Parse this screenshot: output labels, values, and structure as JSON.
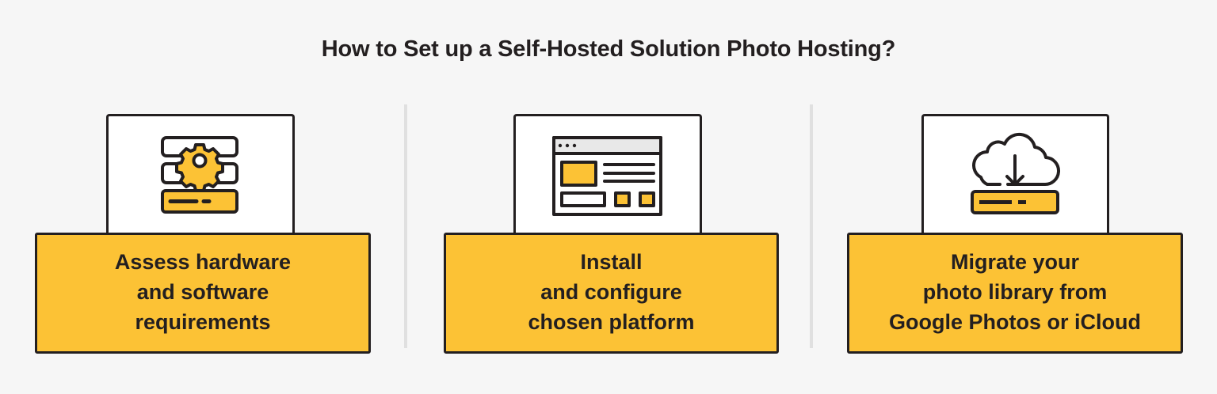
{
  "title": "How to Set up a Self-Hosted Solution Photo Hosting?",
  "colors": {
    "background": "#F6F6F6",
    "accent_yellow": "#FCC235",
    "outline": "#231F20",
    "card_white": "#FFFFFF",
    "divider": "#E0E0E0",
    "browser_bar": "#E8E8E8"
  },
  "steps": [
    {
      "icon": "server-gear-icon",
      "label": "Assess hardware\nand software\nrequirements"
    },
    {
      "icon": "browser-window-icon",
      "label": "Install\nand configure\nchosen platform"
    },
    {
      "icon": "cloud-download-icon",
      "label": "Migrate your\nphoto library from\nGoogle Photos or iCloud"
    }
  ]
}
